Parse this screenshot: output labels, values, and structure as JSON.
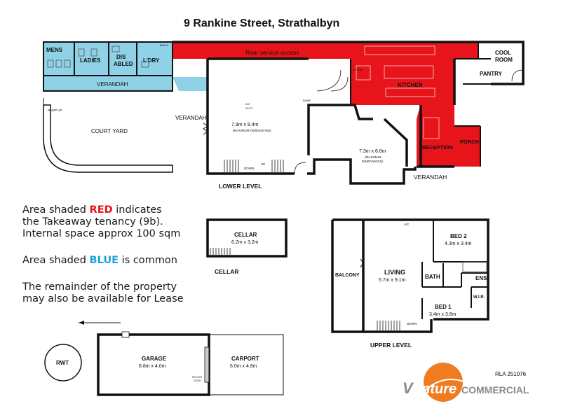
{
  "title": "9 Rankine Street, Strathalbyn",
  "colors": {
    "takeaway_red": "#e8141b",
    "common_blue": "#8fd1e6",
    "wall": "#111111",
    "brand_orange": "#f07c22",
    "brand_grey": "#8a8a8a"
  },
  "legend": {
    "red_line_pre": "Area shaded ",
    "red_word": "RED",
    "red_line_post": " indicates",
    "red_line2": "the Takeaway tenancy (9b).",
    "red_line3": "Internal space approx 100 sqm",
    "blue_line_pre": "Area shaded ",
    "blue_word": "BLUE",
    "blue_line_post": " is common",
    "remainder_line1": "The remainder of the property",
    "remainder_line2": "may also be available for Lease"
  },
  "lower_level": {
    "label": "LOWER LEVEL",
    "rear_service": "Rear service access",
    "mens": "MENS",
    "ladies": "LADIES",
    "disabled_1": "DIS",
    "disabled_2": "ABLED",
    "laundry": "L'DRY",
    "verandah_top": "VERANDAH",
    "verandah_left": "VERANDAH",
    "verandah_bottom": "VERANDAH",
    "court_yard": "COURT YARD",
    "ramp_up": "RAMP UP",
    "kitchen": "KITCHEN",
    "cool_room_1": "COOL",
    "cool_room_2": "ROOM",
    "pantry": "PANTRY",
    "reception": "RECEPTION",
    "porch": "PORCH",
    "store": "STORE",
    "ramp": "RAMP",
    "bench": "BENCH",
    "room_a_dim": "7.9m x 8.4m",
    "room_a_note": "(MAXIMUM DIMENSIONS)",
    "room_b_dim": "7.3m x 6.0m",
    "room_b_note_1": "(MAXIMUM",
    "room_b_note_2": "DIMENSIONS)",
    "down": "DOWN",
    "up": "UP",
    "ac": "A/C",
    "duct": "DUCT"
  },
  "cellar": {
    "room_label": "CELLAR",
    "dim": "6.2m x 3.2m",
    "caption": "CELLAR"
  },
  "upper_level": {
    "label": "UPPER LEVEL",
    "balcony": "BALCONY",
    "living": "LIVING",
    "living_dim": "5.7m x 9.1m",
    "bed2": "BED 2",
    "bed2_dim": "4.3m x 3.4m",
    "bath": "BATH",
    "ens": "ENS.",
    "wir": "W.I.R.",
    "bed1": "BED 1",
    "bed1_dim": "3.4m x 3.6m",
    "down": "DOWN",
    "ac": "A/C"
  },
  "outbuildings": {
    "rwt": "RWT",
    "garage": "GARAGE",
    "garage_dim": "8.8m x 4.0m",
    "carport": "CARPORT",
    "carport_dim": "6.0m x 4.8m",
    "roller_door_1": "ROLLER",
    "roller_door_2": "DOOR"
  },
  "branding": {
    "rla": "RLA 251076",
    "logo_v": "V",
    "logo_rest": "enture",
    "logo_commercial": "COMMERCIAL"
  }
}
